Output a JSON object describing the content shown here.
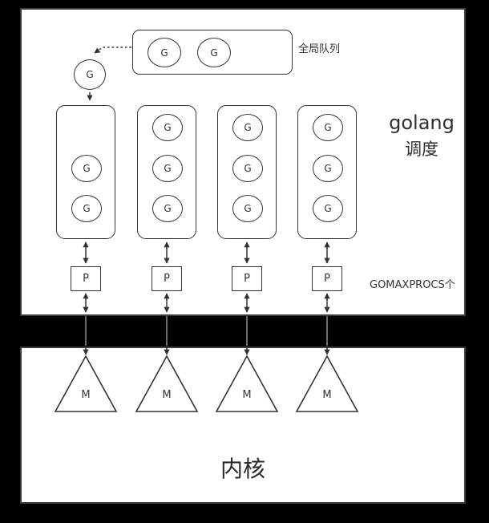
{
  "colors": {
    "canvas_bg": "#000000",
    "panel_bg": "#ffffff",
    "line": "#333333"
  },
  "labels": {
    "goroutine": "G",
    "processor": "P",
    "machine": "M",
    "global_queue": "全局队列",
    "scheduler_title_line1": "golang",
    "scheduler_title_line2": "调度",
    "gomaxprocs": "GOMAXPROCS个",
    "kernel": "内核"
  },
  "structure": {
    "global_queue_goroutines": 2,
    "incoming_goroutine": 1,
    "local_queues_goroutines": [
      2,
      3,
      3,
      3
    ],
    "processors": 4,
    "machines": 4
  }
}
